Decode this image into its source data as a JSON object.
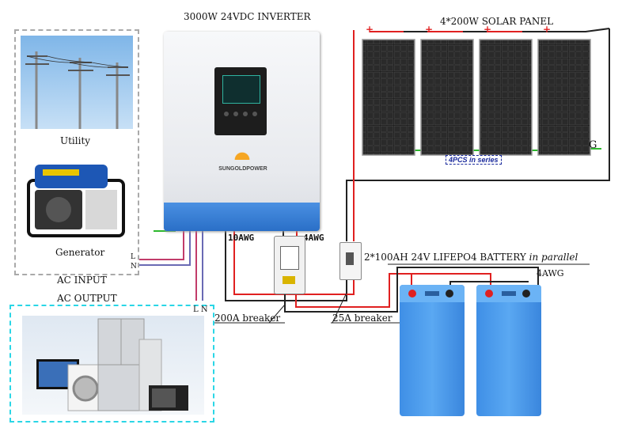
{
  "inverter": {
    "title": "3000W 24VDC INVERTER",
    "brand": "SUNGOLDPOWER"
  },
  "solar": {
    "title": "4*200W SOLAR PANEL",
    "series_note": "4PCS in series",
    "ground": "G",
    "plus": "+"
  },
  "ac_input": {
    "utility_label": "Utility",
    "generator_label": "Generator",
    "heading": "AC INPUT",
    "l": "L",
    "n": "N"
  },
  "ac_output": {
    "heading": "AC OUTPUT",
    "ln": "L N"
  },
  "wiring": {
    "gauge_left": "10AWG",
    "gauge_right": "4AWG",
    "gauge_battery": "4AWG",
    "breaker_200": "200A breaker",
    "breaker_25": "25A breaker"
  },
  "battery": {
    "title_main": "2*100AH 24V LIFEPO4 BATTERY",
    "title_em": "in parallel"
  },
  "colors": {
    "positive": "#e02020",
    "negative": "#111111",
    "ground": "#2db82d",
    "ac_l": "#c23c6a",
    "ac_n": "#6a6ab4"
  }
}
